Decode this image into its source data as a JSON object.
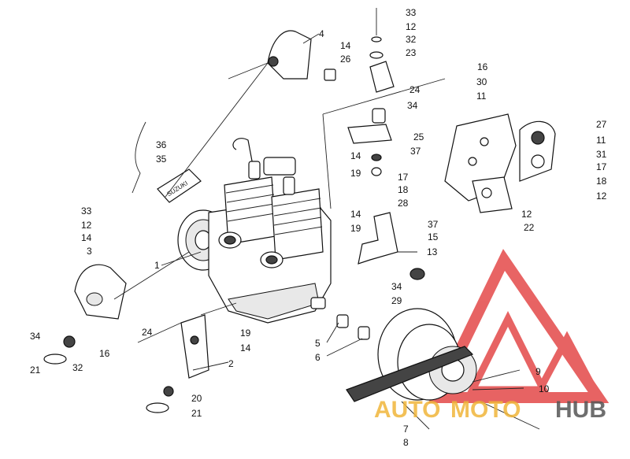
{
  "callouts": [
    {
      "id": "c33a",
      "label": "33"
    },
    {
      "id": "c12a",
      "label": "12"
    },
    {
      "id": "c32a",
      "label": "32"
    },
    {
      "id": "c4",
      "label": "4"
    },
    {
      "id": "c14a",
      "label": "14"
    },
    {
      "id": "c26",
      "label": "26"
    },
    {
      "id": "c23",
      "label": "23"
    },
    {
      "id": "c16a",
      "label": "16"
    },
    {
      "id": "c24a",
      "label": "24"
    },
    {
      "id": "c30",
      "label": "30"
    },
    {
      "id": "c11a",
      "label": "11"
    },
    {
      "id": "c34a",
      "label": "34"
    },
    {
      "id": "c36",
      "label": "36"
    },
    {
      "id": "c35",
      "label": "35"
    },
    {
      "id": "c27",
      "label": "27"
    },
    {
      "id": "c25",
      "label": "25"
    },
    {
      "id": "c11b",
      "label": "11"
    },
    {
      "id": "c37a",
      "label": "37"
    },
    {
      "id": "c31",
      "label": "31"
    },
    {
      "id": "c14b",
      "label": "14"
    },
    {
      "id": "c17a",
      "label": "17"
    },
    {
      "id": "c19a",
      "label": "19"
    },
    {
      "id": "c17b",
      "label": "17"
    },
    {
      "id": "c18a",
      "label": "18"
    },
    {
      "id": "c18b",
      "label": "18"
    },
    {
      "id": "c12b",
      "label": "12"
    },
    {
      "id": "c28",
      "label": "28"
    },
    {
      "id": "c33b",
      "label": "33"
    },
    {
      "id": "c14c",
      "label": "14"
    },
    {
      "id": "c12c",
      "label": "12"
    },
    {
      "id": "c37b",
      "label": "37"
    },
    {
      "id": "c12d",
      "label": "12"
    },
    {
      "id": "c14d",
      "label": "14"
    },
    {
      "id": "c19b",
      "label": "19"
    },
    {
      "id": "c15",
      "label": "15"
    },
    {
      "id": "c22",
      "label": "22"
    },
    {
      "id": "c3",
      "label": "3"
    },
    {
      "id": "c13",
      "label": "13"
    },
    {
      "id": "c1",
      "label": "1"
    },
    {
      "id": "c34b",
      "label": "34"
    },
    {
      "id": "c29",
      "label": "29"
    },
    {
      "id": "c19c",
      "label": "19"
    },
    {
      "id": "c34c",
      "label": "34"
    },
    {
      "id": "c24b",
      "label": "24"
    },
    {
      "id": "c14e",
      "label": "14"
    },
    {
      "id": "c5",
      "label": "5"
    },
    {
      "id": "c16b",
      "label": "16"
    },
    {
      "id": "c6",
      "label": "6"
    },
    {
      "id": "c2",
      "label": "2"
    },
    {
      "id": "c21a",
      "label": "21"
    },
    {
      "id": "c32b",
      "label": "32"
    },
    {
      "id": "c9",
      "label": "9"
    },
    {
      "id": "c10",
      "label": "10"
    },
    {
      "id": "c20",
      "label": "20"
    },
    {
      "id": "c21b",
      "label": "21"
    },
    {
      "id": "c7",
      "label": "7"
    },
    {
      "id": "c8",
      "label": "8"
    }
  ],
  "engine_logo_text": "SUZUKI",
  "watermark": {
    "word_a": "AUTO",
    "word_b": "MOTO",
    "word_c": "HUB",
    "accent_color": "#e03030",
    "word_a_color": "#f0b63a",
    "word_b_color": "#f0b63a",
    "word_c_color": "#555555"
  }
}
